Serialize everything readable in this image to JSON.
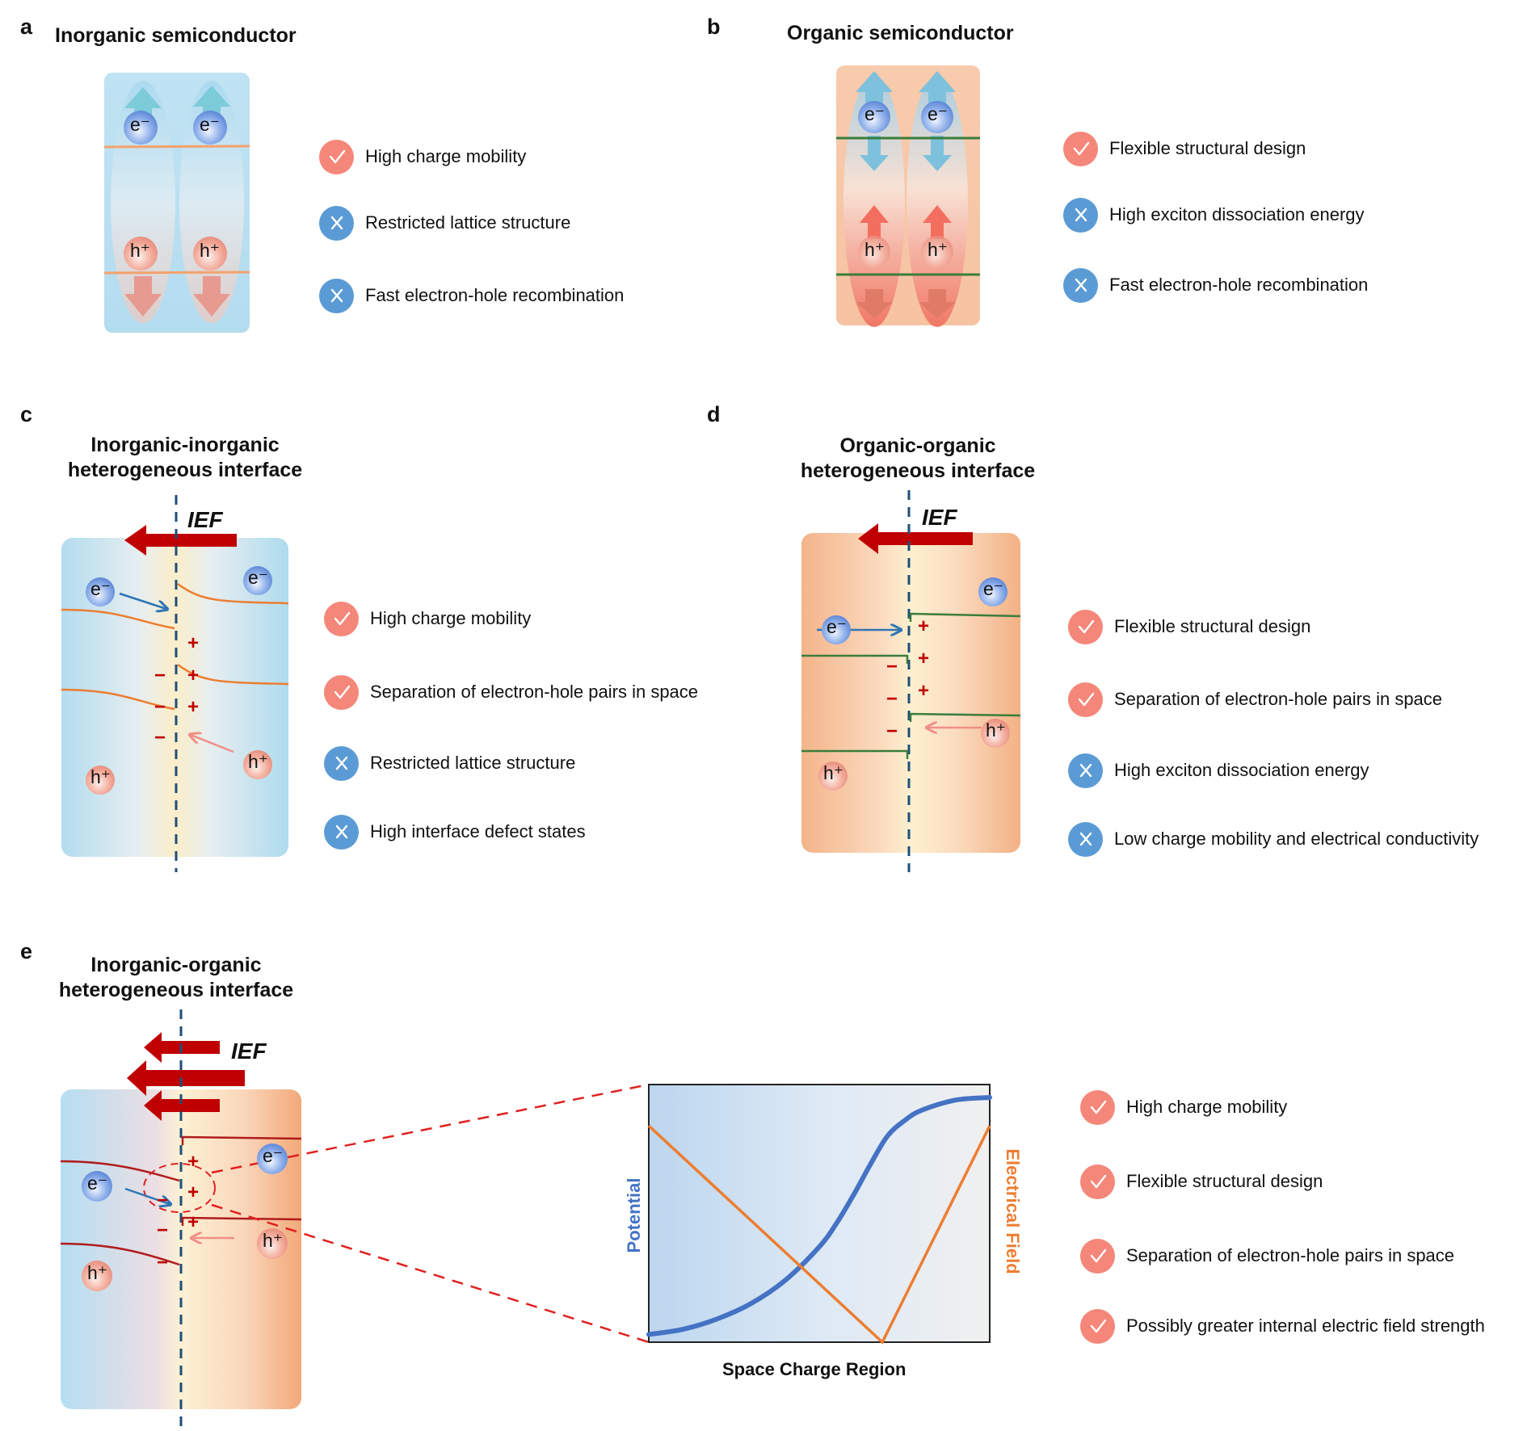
{
  "panels": {
    "a": {
      "letter": "a",
      "title": "Inorganic semiconductor",
      "particles": {
        "electron": "e⁻",
        "hole": "h⁺"
      },
      "items": [
        {
          "type": "pro",
          "icon": "check-icon",
          "text": "High charge mobility"
        },
        {
          "type": "con",
          "icon": "cross-icon",
          "text": "Restricted lattice structure"
        },
        {
          "type": "con",
          "icon": "cross-icon",
          "text": "Fast electron-hole recombination"
        }
      ]
    },
    "b": {
      "letter": "b",
      "title": "Organic semiconductor",
      "particles": {
        "electron": "e⁻",
        "hole": "h⁺"
      },
      "items": [
        {
          "type": "pro",
          "icon": "check-icon",
          "text": "Flexible structural design"
        },
        {
          "type": "con",
          "icon": "cross-icon",
          "text": "High exciton dissociation energy"
        },
        {
          "type": "con",
          "icon": "cross-icon",
          "text": "Fast electron-hole recombination"
        }
      ]
    },
    "c": {
      "letter": "c",
      "title_line1": "Inorganic-inorganic",
      "title_line2": "heterogeneous interface",
      "field_label": "IEF",
      "particles": {
        "electron": "e⁻",
        "hole": "h⁺"
      },
      "charges": {
        "plus": "+",
        "minus": "−"
      },
      "items": [
        {
          "type": "pro",
          "icon": "check-icon",
          "text": "High charge mobility"
        },
        {
          "type": "pro",
          "icon": "check-icon",
          "text": "Separation of electron-hole pairs in space"
        },
        {
          "type": "con",
          "icon": "cross-icon",
          "text": "Restricted lattice structure"
        },
        {
          "type": "con",
          "icon": "cross-icon",
          "text": "High interface defect states"
        }
      ]
    },
    "d": {
      "letter": "d",
      "title_line1": "Organic-organic",
      "title_line2": "heterogeneous interface",
      "field_label": "IEF",
      "particles": {
        "electron": "e⁻",
        "hole": "h⁺"
      },
      "charges": {
        "plus": "+",
        "minus": "−"
      },
      "items": [
        {
          "type": "pro",
          "icon": "check-icon",
          "text": "Flexible structural design"
        },
        {
          "type": "pro",
          "icon": "check-icon",
          "text": "Separation of electron-hole pairs in space"
        },
        {
          "type": "con",
          "icon": "cross-icon",
          "text": "High exciton dissociation energy"
        },
        {
          "type": "con",
          "icon": "cross-icon",
          "text": "Low charge mobility and electrical conductivity"
        }
      ]
    },
    "e": {
      "letter": "e",
      "title_line1": "Inorganic-organic",
      "title_line2": "heterogeneous interface",
      "field_label": "IEF",
      "particles": {
        "electron": "e⁻",
        "hole": "h⁺"
      },
      "charges": {
        "plus": "+",
        "minus": "−"
      },
      "items": [
        {
          "type": "pro",
          "icon": "check-icon",
          "text": "High charge mobility"
        },
        {
          "type": "pro",
          "icon": "check-icon",
          "text": "Flexible structural design"
        },
        {
          "type": "pro",
          "icon": "check-icon",
          "text": "Separation of electron-hole pairs in space"
        },
        {
          "type": "pro",
          "icon": "check-icon",
          "text": "Possibly greater internal electric field strength"
        }
      ]
    }
  },
  "colors": {
    "pro": "#f4877a",
    "con": "#5b9bd5",
    "field_arrow": "#c00000",
    "interface_line": "#1f4e79",
    "inorganic_band": "#ed7d31",
    "organic_band": "#3a7d3a",
    "hybrid_band": "#b01c1c",
    "potential": "#4472c4",
    "electric_field": "#ed7d31"
  },
  "chart_data": {
    "type": "line",
    "title": "",
    "xlabel": "Space Charge Region",
    "ylabel": "Potential",
    "ylabel_right": "Electrical Field",
    "x_range": [
      0,
      1
    ],
    "y_range": [
      0,
      1
    ],
    "grid": false,
    "ticks": "none",
    "series": [
      {
        "name": "Potential",
        "axis": "left",
        "x": [
          0.0,
          0.1,
          0.2,
          0.3,
          0.4,
          0.5,
          0.55,
          0.6,
          0.65,
          0.7,
          0.75,
          0.8,
          0.9,
          1.0
        ],
        "y": [
          0.03,
          0.05,
          0.09,
          0.15,
          0.24,
          0.37,
          0.46,
          0.57,
          0.69,
          0.8,
          0.86,
          0.9,
          0.94,
          0.95
        ]
      },
      {
        "name": "Electrical Field",
        "axis": "right",
        "x": [
          0.0,
          0.685,
          1.0
        ],
        "y": [
          0.84,
          0.0,
          0.84
        ]
      }
    ]
  }
}
